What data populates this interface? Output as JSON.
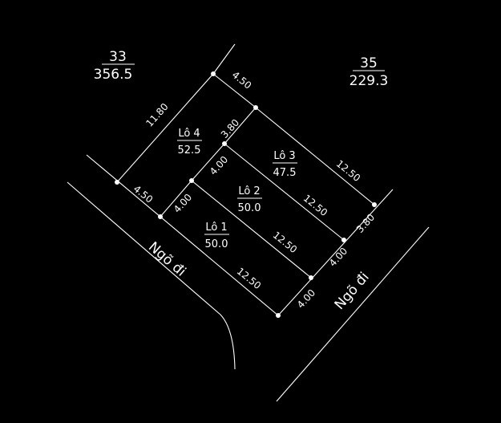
{
  "parcels": {
    "p33": {
      "number": "33",
      "area": "356.5"
    },
    "p35": {
      "number": "35",
      "area": "229.3"
    }
  },
  "lots": [
    {
      "name": "Lô 1",
      "area": "50.0"
    },
    {
      "name": "Lô 2",
      "area": "50.0"
    },
    {
      "name": "Lô 3",
      "area": "47.5"
    },
    {
      "name": "Lô 4",
      "area": "52.5"
    }
  ],
  "roads": {
    "left": "Ngõ đi",
    "right": "Ngõ đi"
  },
  "dimensions": {
    "top_left": "11.80",
    "top": "4.50",
    "bottom_left": "4.50",
    "lot4_right": "3.80",
    "lot2_top": "4.00",
    "lot1_top": "4.00",
    "lot3_len": "12.50",
    "lot2_len": "12.50",
    "lot2_len2": "12.50",
    "lot1_len": "12.50",
    "right_top": "3.80",
    "right_mid": "4.00",
    "right_bottom": "4.00"
  }
}
